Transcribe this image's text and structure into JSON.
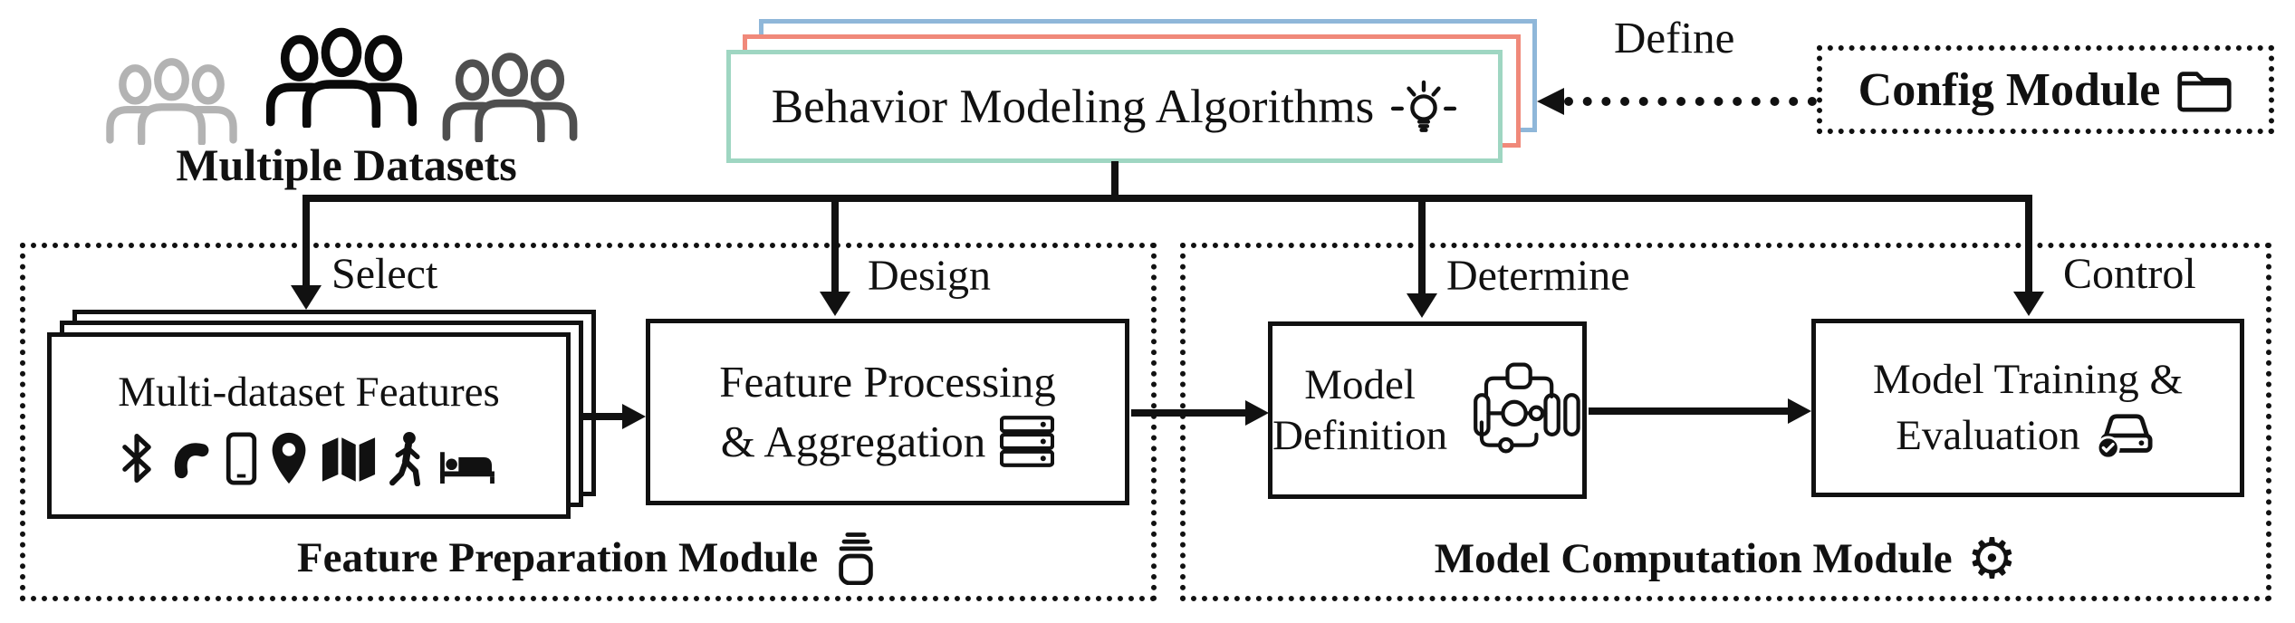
{
  "top": {
    "multiple_datasets_label": "Multiple Datasets",
    "behavior_box_label": "Behavior Modeling Algorithms",
    "define_label": "Define",
    "config_module_label": "Config Module"
  },
  "feature_preparation_module": {
    "title": "Feature Preparation Module",
    "select_arrow_label": "Select",
    "design_arrow_label": "Design",
    "multi_dataset_features_label": "Multi-dataset Features",
    "feature_processing_line1": "Feature Processing",
    "feature_processing_line2": "& Aggregation"
  },
  "model_computation_module": {
    "title": "Model Computation Module",
    "determine_arrow_label": "Determine",
    "control_arrow_label": "Control",
    "model_definition_line1": "Model",
    "model_definition_line2": "Definition",
    "model_training_line1": "Model Training &",
    "model_training_line2": "Evaluation",
    "gear_glyph": "⚙"
  },
  "icons": {
    "dataset_icon_names": [
      "bluetooth-icon",
      "phone-icon",
      "smartphone-icon",
      "location-pin-icon",
      "map-icon",
      "walking-person-icon",
      "bed-icon"
    ],
    "behavior_icon": "lightbulb-icon",
    "config_icon": "folder-icon",
    "feature_processing_icon": "server-icon",
    "model_definition_icon": "model-graph-icon",
    "model_training_icon": "drive-check-icon",
    "feature_preparation_icon": "jar-icon",
    "model_computation_icon": "gear-icon",
    "datasets_icon": "users-group-icon"
  },
  "colors": {
    "ink": "#111111",
    "stack_front_border": "#9fd6c2",
    "stack_mid_border": "#f0897a",
    "stack_back_border": "#8fb7d9",
    "users_light": "#b3b3b3",
    "users_black": "#0a0a0a",
    "users_dark": "#4f4f4f"
  }
}
